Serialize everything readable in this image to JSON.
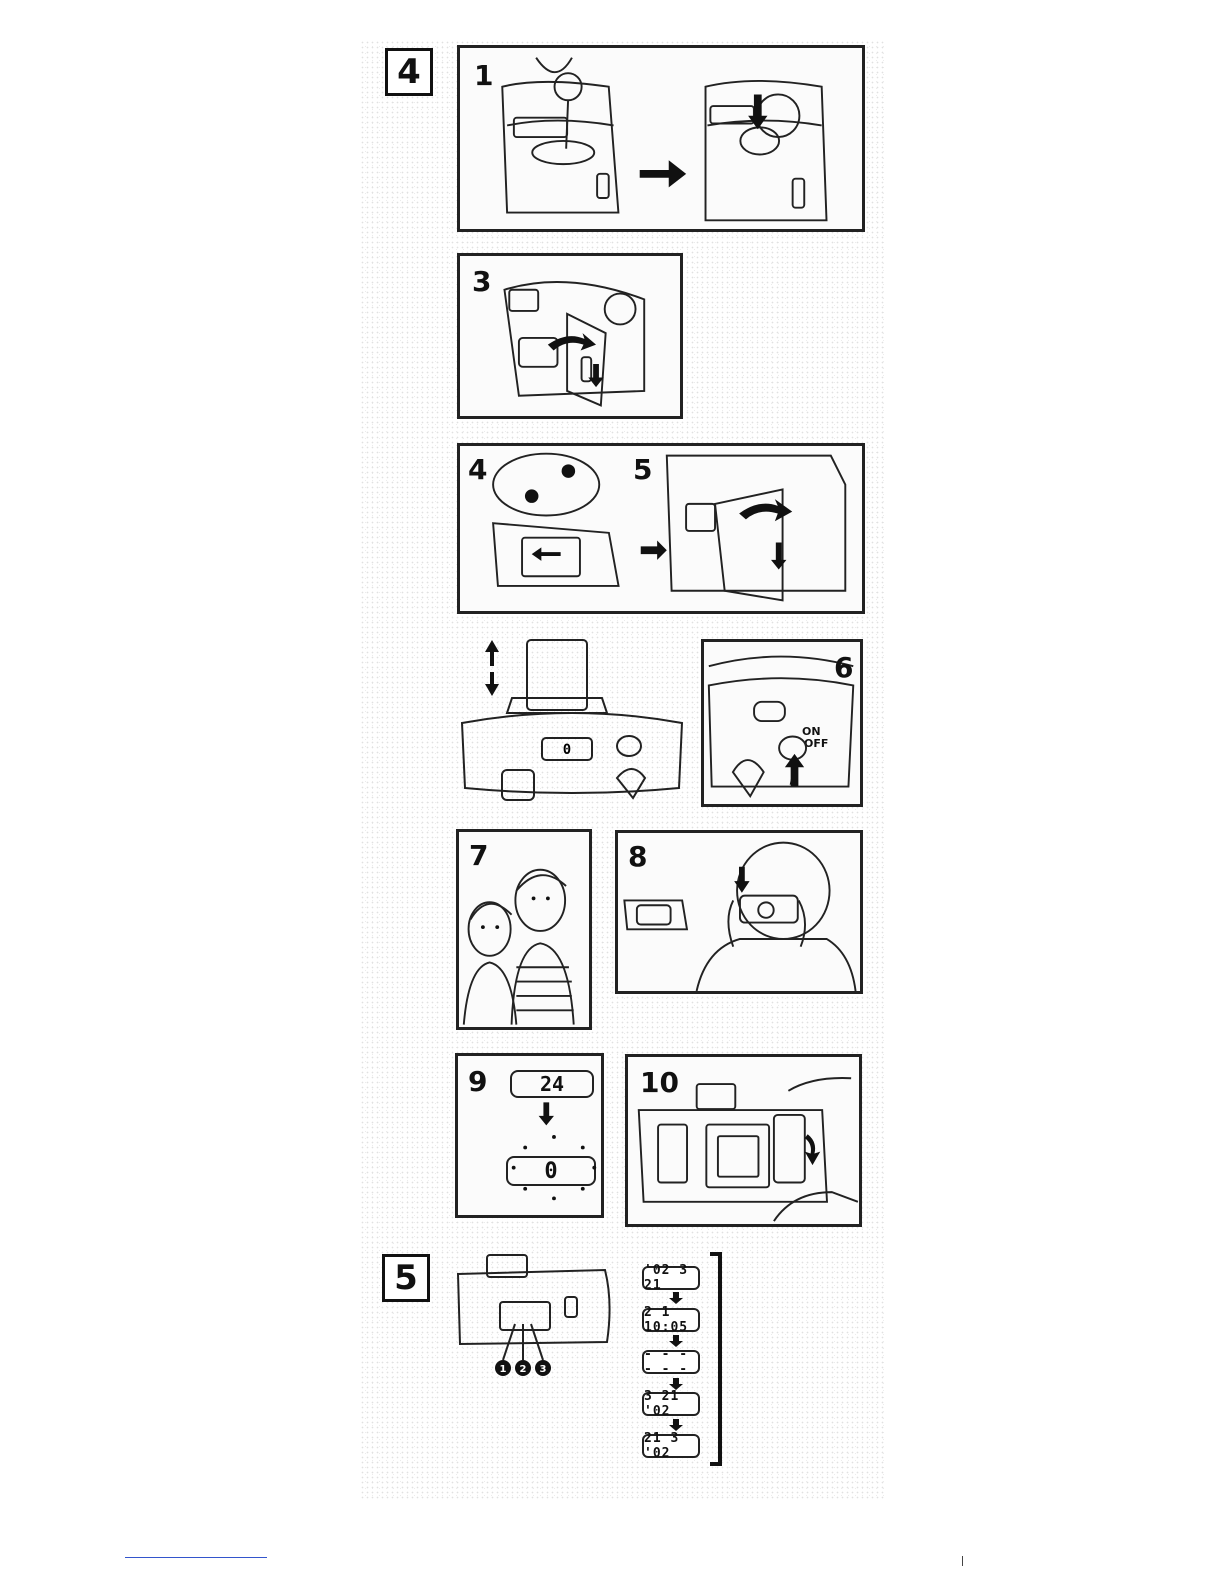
{
  "sections": {
    "four": "4",
    "five": "5"
  },
  "steps": {
    "s1": "1",
    "s3": "3",
    "s4": "4",
    "s5": "5",
    "s6": "6",
    "s7": "7",
    "s8": "8",
    "s9": "9",
    "s10": "10"
  },
  "camera_top_counter": "0",
  "switch_label": {
    "on": "ON",
    "off": "OFF"
  },
  "counter": {
    "full": "24",
    "reset": "0"
  },
  "date_displays": [
    "'02 3 21",
    "2 1 10:05",
    "- - - - - -",
    "3 21 '02",
    "21 3 '02"
  ],
  "callouts": [
    "1",
    "2",
    "3"
  ]
}
